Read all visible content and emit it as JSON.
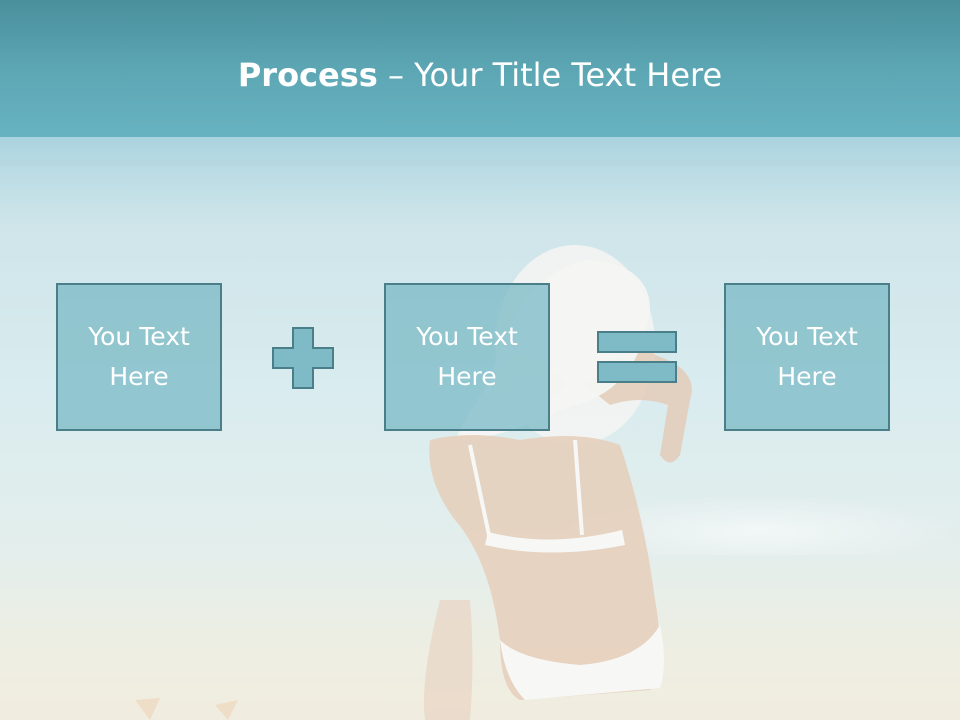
{
  "slide": {
    "title_bold": "Process",
    "title_rest": " – Your Title Text Here"
  },
  "boxes": [
    {
      "text": "You Text Here"
    },
    {
      "text": "You Text Here"
    },
    {
      "text": "You Text Here"
    }
  ],
  "operators": [
    "plus-icon",
    "equals-icon"
  ],
  "colors": {
    "header": "#5ea8b6",
    "box_fill": "#7ebbc7",
    "box_border": "#4a7f8a",
    "text": "#ffffff"
  },
  "background_image": "woman in white sun hat and bikini sitting at the beach, faded"
}
